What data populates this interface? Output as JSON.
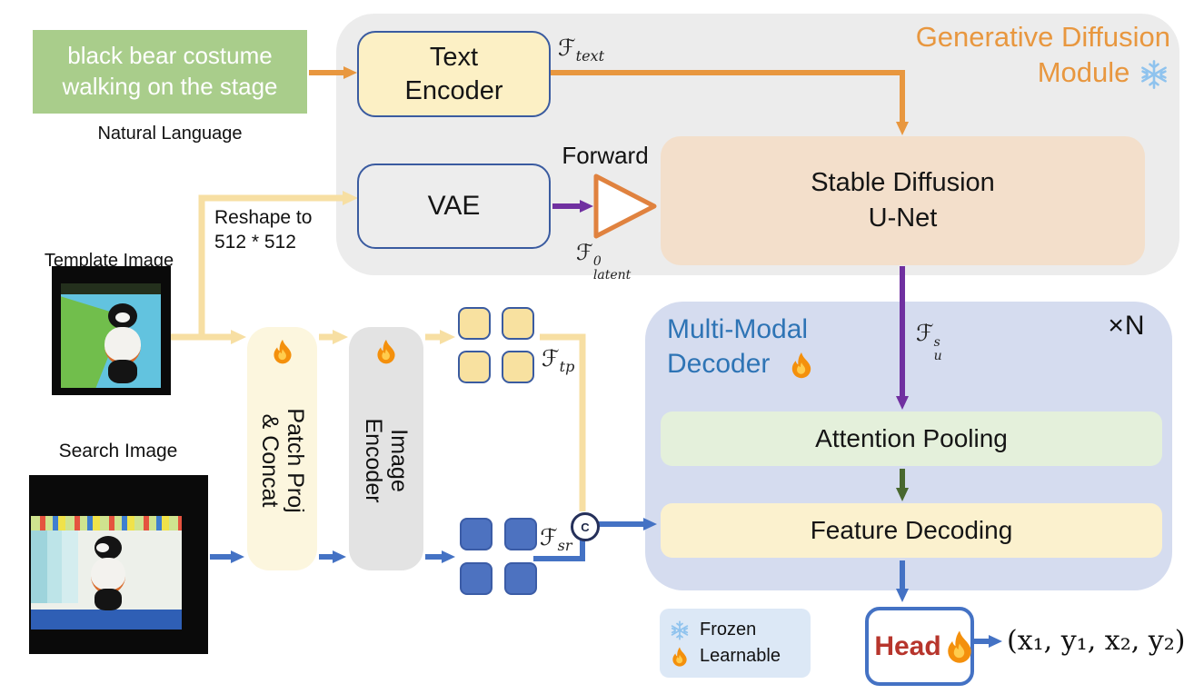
{
  "natural_language": {
    "text": "black bear costume walking on the stage",
    "caption": "Natural Language"
  },
  "template": {
    "caption": "Template Image"
  },
  "search": {
    "caption": "Search Image"
  },
  "reshape": {
    "line1": "Reshape to",
    "line2": "512 * 512"
  },
  "gdm": {
    "title_line1": "Generative Diffusion",
    "title_line2": "Module",
    "text_encoder_line1": "Text",
    "text_encoder_line2": "Encoder",
    "vae": "VAE",
    "forward": "Forward",
    "unet_line1": "Stable Diffusion",
    "unet_line2": "U-Net"
  },
  "pipeline": {
    "patch_line1": "Patch Proj",
    "patch_line2": "& Concat",
    "image_encoder_line1": "Image",
    "image_encoder_line2": "Encoder"
  },
  "labels": {
    "f_text": {
      "base": "ℱ",
      "sub": "text"
    },
    "f_latent": {
      "base": "ℱ",
      "sup": "0",
      "sub": "latent"
    },
    "f_tp": {
      "base": "ℱ",
      "sub": "tp"
    },
    "f_sr": {
      "base": "ℱ",
      "sub": "sr"
    },
    "f_u": {
      "base": "ℱ",
      "sup": "s",
      "sub": "u"
    }
  },
  "mm": {
    "title_line1": "Multi-Modal",
    "title_line2": "Decoder",
    "repeat": "×N",
    "attention": "Attention Pooling",
    "feature": "Feature Decoding",
    "head": "Head",
    "concat": "C",
    "output": "(x₁, y₁, x₂, y₂)"
  },
  "legend": {
    "frozen": "Frozen",
    "learnable": "Learnable"
  },
  "icons": {
    "frozen": "snowflake-icon",
    "learnable": "flame-icon",
    "forward_gate": "forward-triangle-icon",
    "concat_node": "concat-icon"
  },
  "colors": {
    "accent_orange": "#E8973F",
    "arrow_yellow": "#F7DFA3",
    "arrow_blue": "#4472C4",
    "arrow_purple": "#7030A0",
    "arrow_dark_green": "#49682F",
    "input_green": "#A9CD8B",
    "gdm_background": "#ECECEC",
    "unet_background": "#F3DFCB",
    "encoder_yellow": "#FCF0C5",
    "mm_background": "#D5DCEF",
    "attention_green": "#E4F0DB",
    "feature_yellow": "#FBF1CE",
    "mm_title_blue": "#2E74B5",
    "head_red": "#B7352C",
    "token_yellow": "#F8E1A0",
    "token_blue": "#4D72C0",
    "box_border_navy": "#3A5BA0"
  }
}
